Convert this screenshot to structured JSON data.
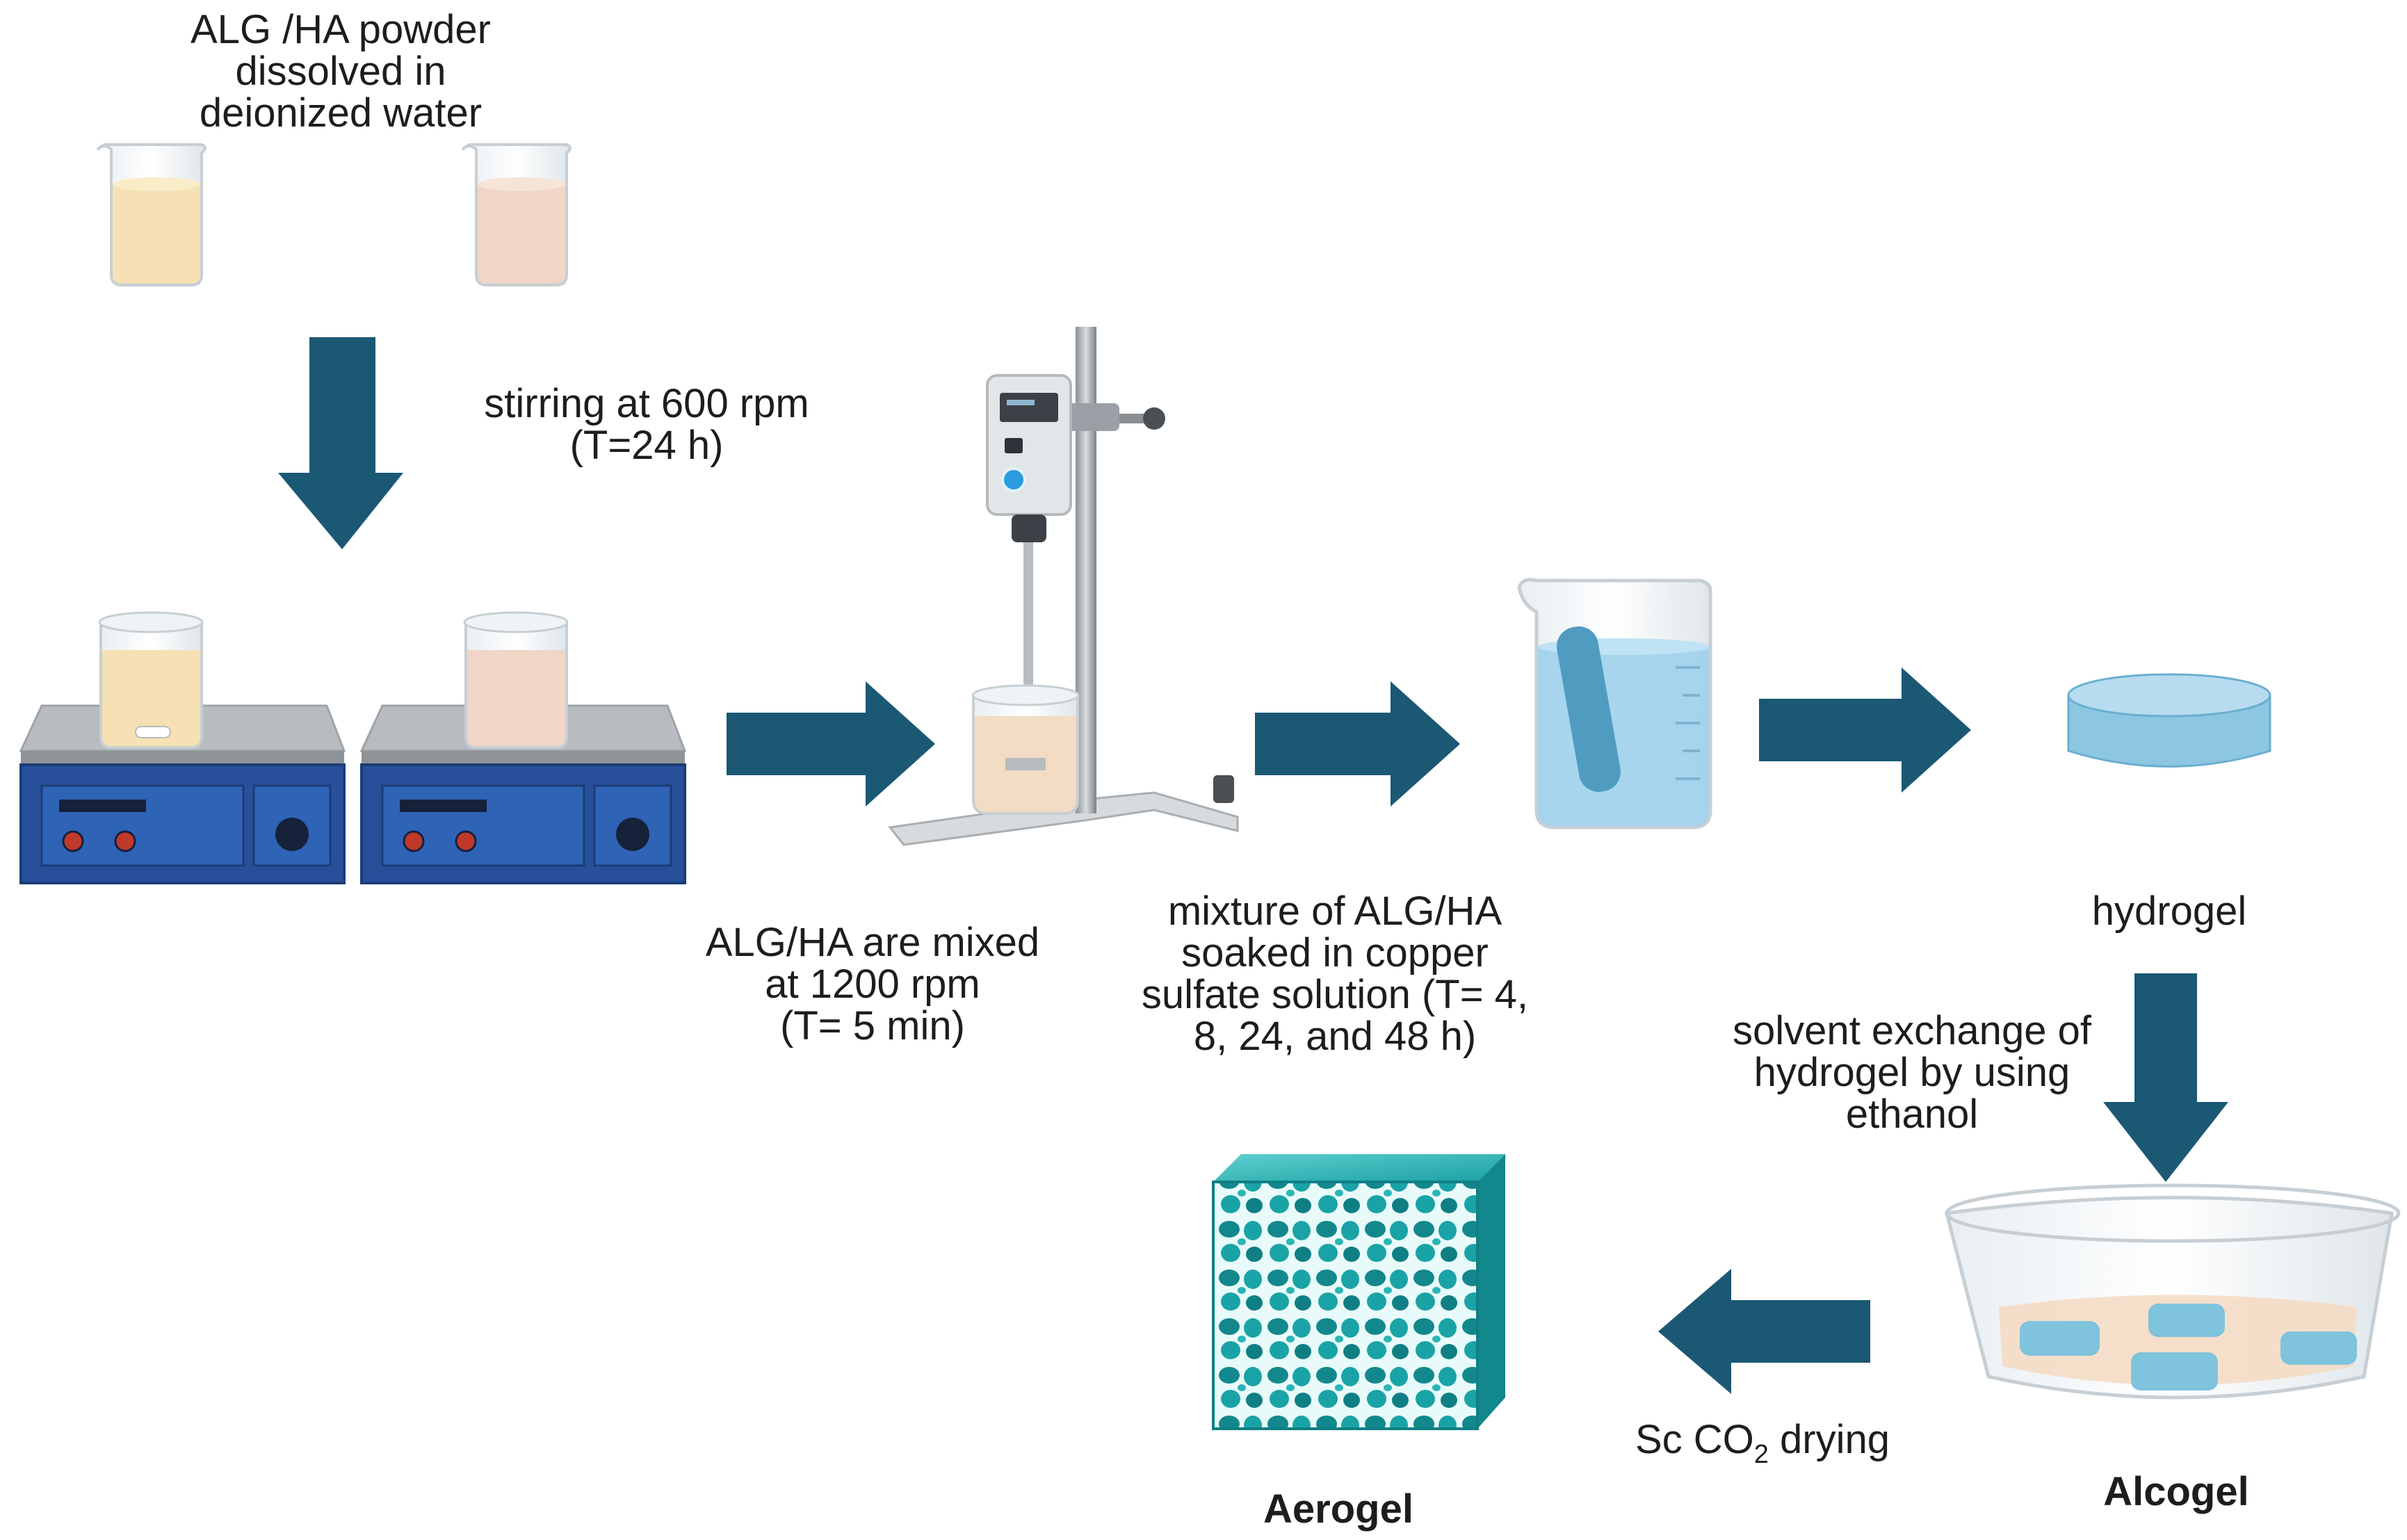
{
  "labels": {
    "powder": [
      "ALG /HA powder",
      "dissolved  in",
      "deionized water"
    ],
    "stirring": [
      "stirring at 600 rpm",
      "(T=24 h)"
    ],
    "mixed": [
      "ALG/HA are mixed",
      "at 1200 rpm",
      "(T= 5 min)"
    ],
    "soaked": [
      "mixture of ALG/HA",
      "soaked in copper",
      "sulfate solution (T= 4,",
      "8, 24, and 48 h)"
    ],
    "hydrogel": "hydrogel",
    "solvent": [
      "solvent exchange of",
      "hydrogel by using",
      "ethanol"
    ],
    "alcogel": "Alcogel",
    "drying": {
      "prefix": "Sc CO",
      "subscript": "2",
      "suffix": " drying"
    },
    "aerogel": "Aerogel"
  },
  "colors": {
    "arrow": "#1b5874",
    "hotplate_body": "#28509a",
    "hotplate_top": "#b8bcc0",
    "alg_solution": "#f5e1b4",
    "ha_solution": "#efd6c6",
    "copper_solution": "#9fd0ec",
    "gel": "#7fc3dc",
    "aerogel": "#1aa3a6"
  },
  "icons": [
    "beaker-icon",
    "hotplate-stirrer-icon",
    "overhead-mixer-icon",
    "petri-dish-icon",
    "aerogel-cube-icon"
  ]
}
